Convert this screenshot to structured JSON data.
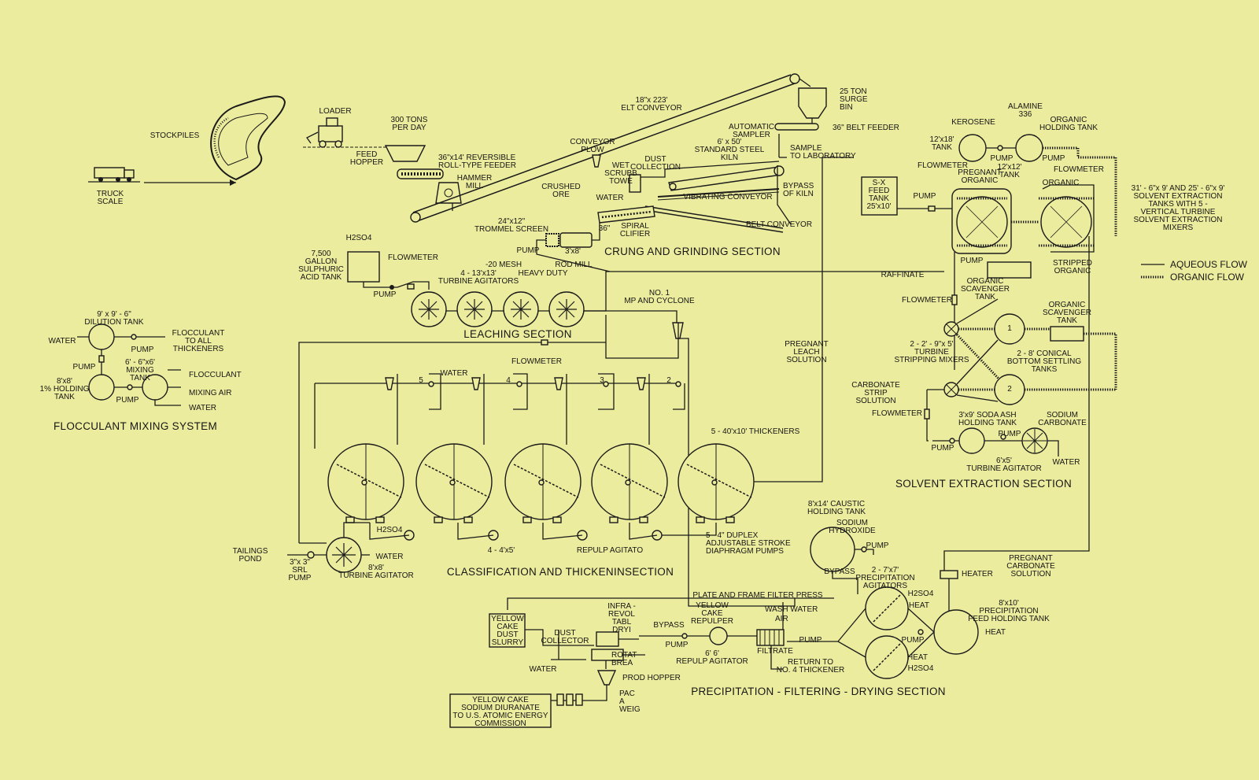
{
  "colors": {
    "background": "#ecec9e",
    "ink": "#1b1b1b"
  },
  "sections": {
    "crushing": "CRUNG AND GRINDING SECTION",
    "leaching": "LEACHING SECTION",
    "classification": "CLASSIFICATION AND THICKENINSECTION",
    "solvent": "SOLVENT EXTRACTION SECTION",
    "precip": "PRECIPITATION - FILTERING - DRYING SECTION",
    "flocculant": "FLOCCULANT MIXING SYSTEM"
  },
  "legend": {
    "aqueous": "AQUEOUS FLOW",
    "organic": "ORGANIC FLOW"
  },
  "labels": {
    "stockpiles": "STOCKPILES",
    "truck": "TRUCK\nSCALE",
    "loader": "LOADER",
    "tons": "300 TONS\nPER DAY",
    "hopper": "FEED\nHOPPER",
    "feeder": "36\"x14' REVERSIBLE\nROLL-TYPE FEEDER",
    "hammer": "HAMMER\nMILL",
    "plow": "CONVEYOR\nPLOW",
    "crushed": "CRUSHED\nORE",
    "belt18": "18\"x 223'\nELT CONVEYOR",
    "surge": "25 TON\nSURGE\nBIN",
    "sampler": "AUTOMATIC\nSAMPLER",
    "feed36": "36\" BELT FEEDER",
    "tolab": "SAMPLE\nTO LABORATORY",
    "dust": "DUST\nCOLLECTION",
    "wet": "WET\nSCRUBB\nTOWE",
    "kiln": "6' x 50'\nSTANDARD STEEL\nKILN",
    "bypasskiln": "BYPASS\nOF KILN",
    "water1": "WATER",
    "vib": "VIBRATING CONVEYOR",
    "beltc": "BELT CONVEYOR",
    "spiral": "SPIRAL\nCLIFIER",
    "s36": "36\"",
    "trommel": "24\"x12\"\nTROMMEL SCREEN",
    "pump1": "PUMP",
    "rod38": "3'x8'",
    "rodmill": "ROD MILL",
    "mesh": "-20 MESH",
    "h2so4": "H2SO4",
    "acid": "7,500\nGALLON\nSULPHURIC\nACID TANK",
    "flowm1": "FLOWMETER",
    "pump2": "PUMP",
    "agit": "4 - 13'x13'\nTURBINE AGITATORS",
    "heavy": "HEAVY DUTY",
    "no1": "NO. 1\nMP AND CYCLONE",
    "flowm2": "FLOWMETER",
    "pregleach": "PREGNANT\nLEACH\nSOLUTION",
    "water2": "WATER",
    "n5": "5",
    "n4": "4",
    "n3": "3",
    "n2": "2",
    "thick": "5 - 40'x10' THICKENERS",
    "duplex": "5 - 4\" DUPLEX\nADJUSTABLE STROKE\nDIAPHRAGM PUMPS",
    "h2so4b": "H2SO4",
    "pumps445": "4 - 4'x5'",
    "repulp": "REPULP AGITATO",
    "tailings": "TAILINGS\nPOND",
    "srl": "3\"x 3\"\nSRL\nPUMP",
    "water3": "WATER",
    "ta88": "8'x8'\nTURBINE AGITATOR",
    "dilution": "9' x 9' - 6\"\nDILUTION TANK",
    "fwater": "WATER",
    "floc_all": "FLOCCULANT\nTO ALL\nTHICKENERS",
    "fpump1": "PUMP",
    "fpump2": "PUMP",
    "fpump3": "PUMP",
    "mixtank": "6' - 6\"x6'\nMIXING\nTANK",
    "hold": "8'x8'\n1% HOLDING\nTANK",
    "floc": "FLOCCULANT",
    "mixair": "MIXING AIR",
    "fwater2": "WATER",
    "kerosene": "KEROSENE",
    "alamine": "ALAMINE\n336",
    "orghold": "ORGANIC\nHOLDING TANK",
    "t1218": "12'x18'\nTANK",
    "t1212": "12'x12'\nTANK",
    "spump1": "PUMP",
    "spump2": "PUMP",
    "flowm3": "FLOWMETER",
    "flowm4": "FLOWMETER",
    "sx": "S-X\nFEED\nTANK\n25'x10'",
    "spump3": "PUMP",
    "pregorg": "PREGNANT\nORGANIC",
    "organic": "ORGANIC",
    "sxtanks": "31' - 6\"x 9' AND 25' - 6\"x 9'\nSOLVENT EXTRACTION\nTANKS WITH 5 -\nVERTICAL TURBINE\nSOLVENT EXTRACTION\nMIXERS",
    "stripped": "STRIPPED\nORGANIC",
    "spump4": "PUMP",
    "raffinate": "RAFFINATE",
    "orgscav1": "ORGANIC\nSCAVENGER\nTANK",
    "orgscav2": "ORGANIC\nSCAVENGER\nTANK",
    "flowm5": "FLOWMETER",
    "strip": "2 - 2' - 9\"x 5'\nTURBINE\nSTRIPPING MIXERS",
    "conical": "2 - 8' CONICAL\nBOTTOM SETTLING\nTANKS",
    "s1": "1",
    "s2": "2",
    "carb": "CARBONATE\nSTRIP\nSOLUTION",
    "flowm6": "FLOWMETER",
    "soda": "3'x9' SODA ASH\nHOLDING TANK",
    "sodcarb": "SODIUM\nCARBONATE",
    "spump5": "PUMP",
    "spump6": "PUMP",
    "t65": "6'x5'\nTURBINE AGITATOR",
    "swater": "WATER",
    "caustic": "8'x14' CAUSTIC\nHOLDING TANK",
    "naoh": "SODIUM\nHYDROXIDE",
    "ppump1": "PUMP",
    "bypass": "BYPASS",
    "precag": "2 - 7'x7'\nPRECIPITATION\nAGITATORS",
    "h2so4c": "H2SO4",
    "heat1": "HEAT",
    "heat2": "HEAT",
    "h2so4d": "H2SO4",
    "pregcarb": "PREGNANT\nCARBONATE\nSOLUTION",
    "heater": "HEATER",
    "precfeed": "8'x10'\nPRECIPITATION\nFEED HOLDING TANK",
    "heat3": "HEAT",
    "ppump2": "PUMP",
    "ppump3": "PUMP",
    "plate": "PLATE AND FRAME FILTER PRESS",
    "yrepulper": "YELLOW\nCAKE\nREPULPER",
    "washwater": "WASH WATER",
    "air": "AIR",
    "filtrate": "FILTRATE",
    "returnno4": "RETURN TO\nNO. 4 THICKENER",
    "bypass2": "BYPASS",
    "ppump4": "PUMP",
    "repulp66": "6' 6'\nREPULP AGITATOR",
    "infra": "INFRA -\nREVOL\nTABL\nDRYI",
    "dustcoll": "DUST\nCOLLECTOR",
    "ycdust": "YELLOW\nCAKE\nDUST\nSLURRY",
    "rotat": "ROTAT\nBREA",
    "pwater": "WATER",
    "prodhop": "PROD HOPPER",
    "pac": "PAC\nA\nWEIG",
    "ycsodium": "YELLOW CAKE\nSODIUM DIURANATE\nTO U.S. ATOMIC ENERGY\nCOMMISSION"
  }
}
